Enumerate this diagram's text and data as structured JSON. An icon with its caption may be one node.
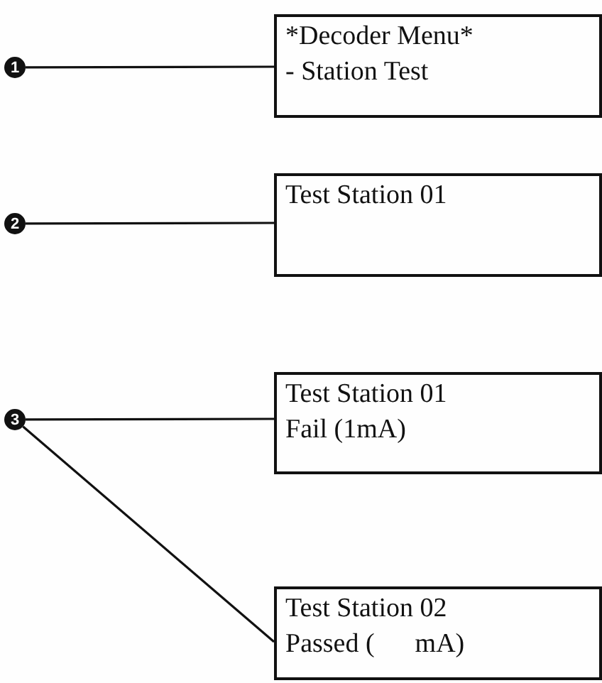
{
  "diagram": {
    "nodes": [
      {
        "text": [
          "1"
        ]
      },
      {
        "text": [
          "*Decoder Menu*",
          "- Station Test"
        ]
      },
      {
        "text": [
          "2"
        ]
      },
      {
        "text": [
          "Test Station 01"
        ]
      },
      {
        "text": [
          "3"
        ]
      },
      {
        "text": [
          "Test Station 01",
          "Fail (1mA)"
        ]
      },
      {
        "text": [
          "Test Station 02",
          "Passed (      mA)"
        ]
      }
    ],
    "edges": [
      {
        "from": 0,
        "to": 1,
        "arrow": "none"
      },
      {
        "from": 2,
        "to": 3,
        "arrow": "none"
      },
      {
        "from": 4,
        "to": 5,
        "arrow": "none"
      },
      {
        "from": 4,
        "to": 6,
        "arrow": "none"
      }
    ]
  }
}
